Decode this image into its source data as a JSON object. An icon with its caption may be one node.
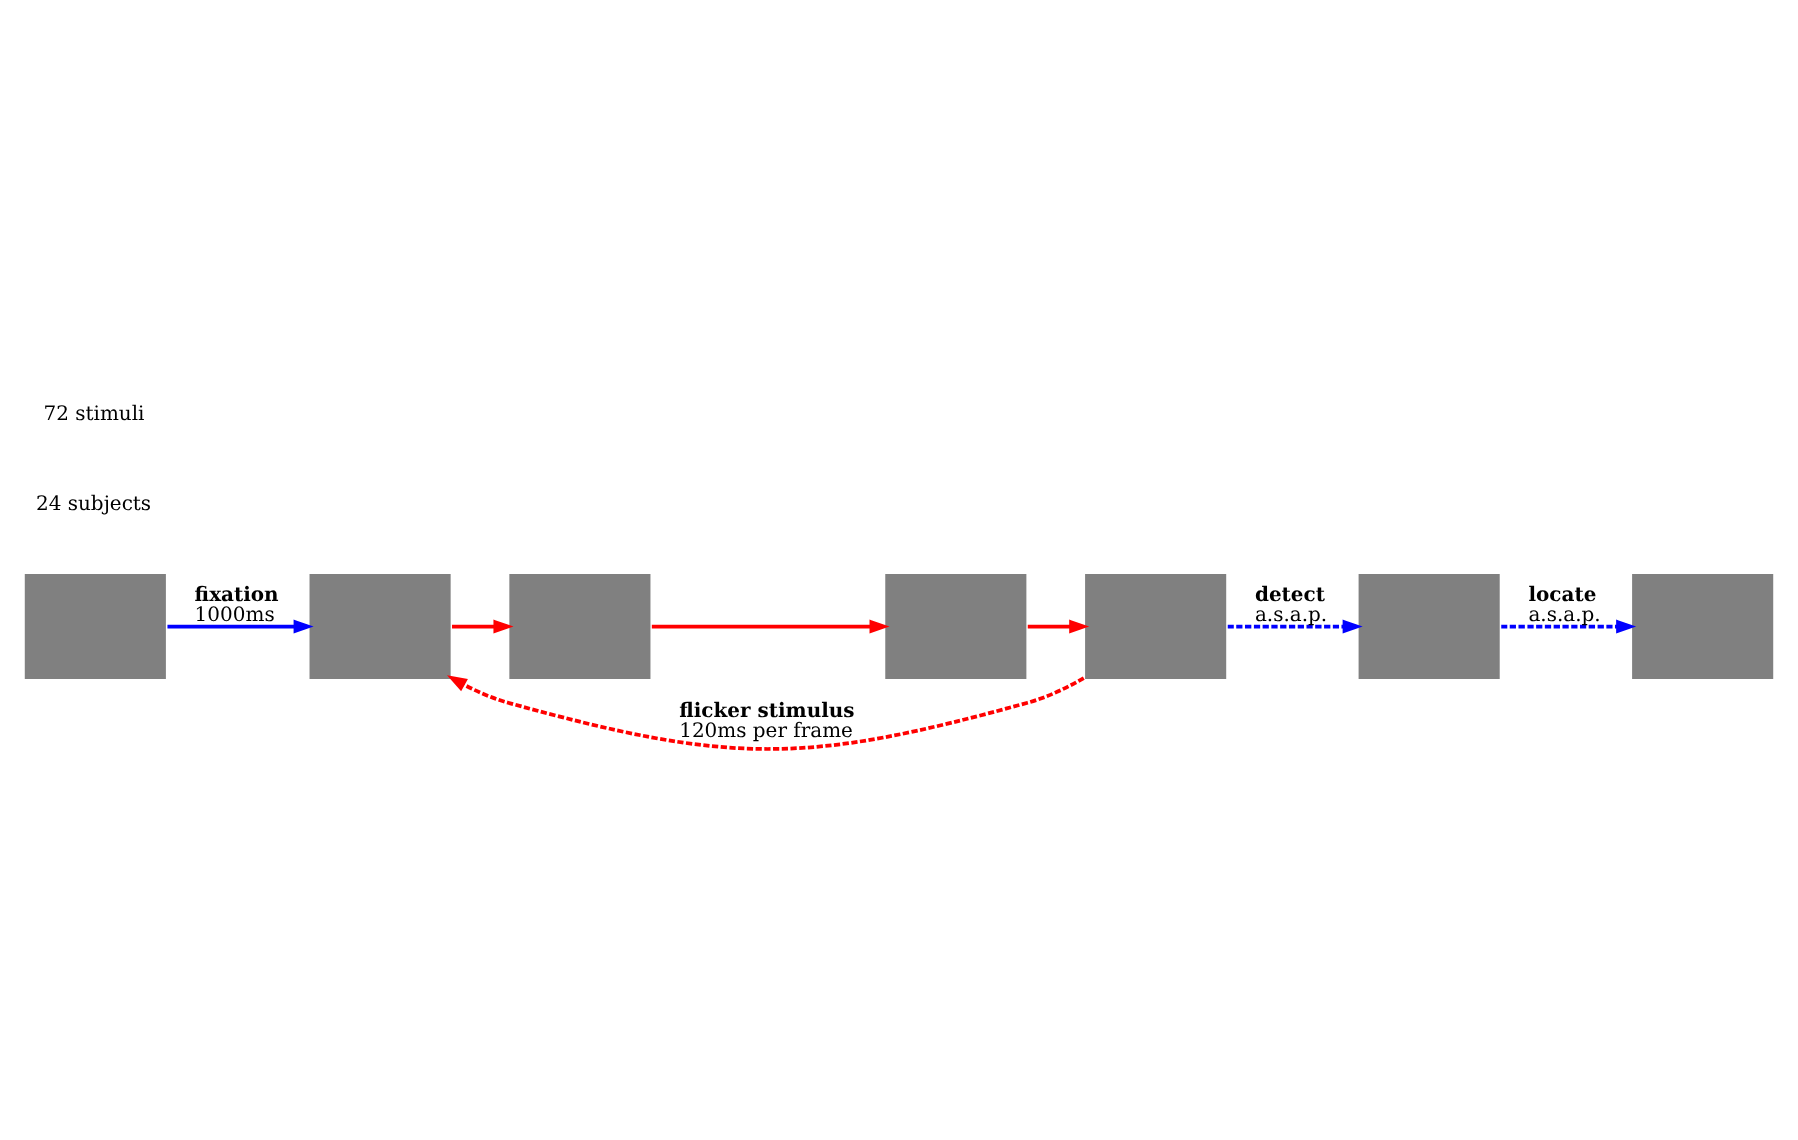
{
  "diagram": {
    "nodes": [
      {
        "text": [],
        "shape": "box"
      },
      {
        "text": [],
        "shape": "box"
      },
      {
        "text": [],
        "shape": "box"
      },
      {
        "text": [],
        "shape": "box"
      },
      {
        "text": [],
        "shape": "box"
      },
      {
        "text": [],
        "shape": "box"
      },
      {
        "text": [],
        "shape": "box"
      }
    ],
    "edges": [
      {
        "from": 0,
        "to": 1,
        "arrow": "to",
        "color": "#0000ff",
        "label": "**fixation** 1000ms"
      },
      {
        "from": 1,
        "to": 2,
        "arrow": "to",
        "color": "#ff0000"
      },
      {
        "from": 2,
        "to": 3,
        "arrow": "to",
        "color": "#ff0000"
      },
      {
        "from": 3,
        "to": 4,
        "arrow": "to",
        "color": "#ff0000"
      },
      {
        "from": 4,
        "to": 5,
        "arrow": "to",
        "color": "#0000ff",
        "style": "dashed",
        "label": "**detect** a.s.a.p."
      },
      {
        "from": 5,
        "to": 6,
        "arrow": "to",
        "color": "#0000ff",
        "style": "dashed",
        "label": "**locate** a.s.a.p."
      },
      {
        "from": 4,
        "to": 1,
        "arrow": "to",
        "color": "#ff0000",
        "style": "dashed",
        "label": "**flicker stimulus** 120ms per frame"
      }
    ],
    "labels": [
      "24 subjects",
      "72 stimuli"
    ]
  }
}
